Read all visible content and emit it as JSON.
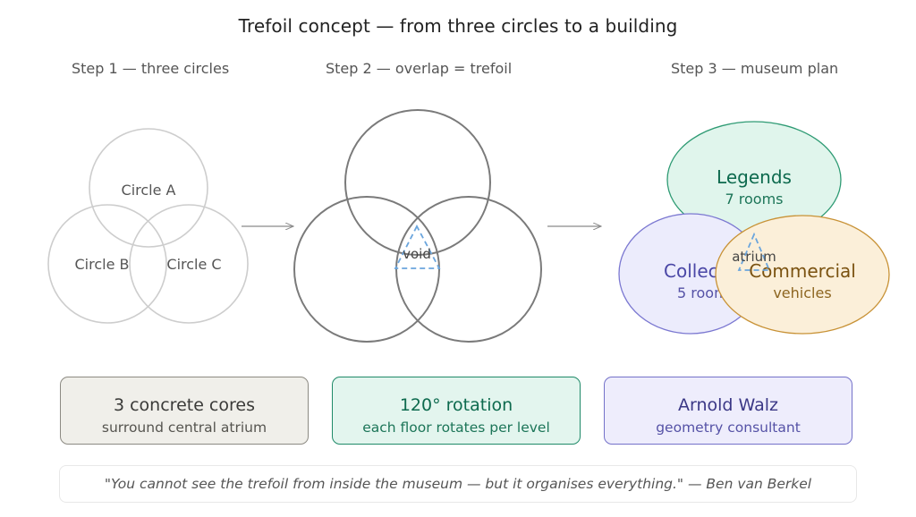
{
  "title": "Trefoil concept — from three circles to a building",
  "steps": {
    "one": "Step 1 — three circles",
    "two": "Step 2 — overlap = trefoil",
    "three": "Step 3 — museum plan"
  },
  "step1": {
    "circle_a": "Circle A",
    "circle_b": "Circle B",
    "circle_c": "Circle C"
  },
  "step2": {
    "void": "void"
  },
  "step3": {
    "legends": {
      "name": "Legends",
      "detail": "7 rooms"
    },
    "collection": {
      "name": "Collection",
      "detail": "5 rooms"
    },
    "commercial": {
      "name": "Commercial",
      "detail": "vehicles"
    },
    "atrium": "atrium"
  },
  "cards": [
    {
      "title": "3 concrete cores",
      "subtitle": "surround central atrium"
    },
    {
      "title": "120° rotation",
      "subtitle": "each floor rotates per level"
    },
    {
      "title": "Arnold Walz",
      "subtitle": "geometry consultant"
    }
  ],
  "quote": {
    "text": "\"You cannot see the trefoil from inside the museum — but it organises everything.\"",
    "author": " — Ben van Berkel"
  },
  "colors": {
    "legends_fill": "#e0f5ec",
    "legends_stroke": "#2f9b74",
    "legends_text": "#0d6a4e",
    "collection_fill": "#ececfc",
    "collection_stroke": "#7b78d1",
    "collection_text": "#4a47a6",
    "commercial_fill": "#fbefd9",
    "commercial_stroke": "#c89236",
    "commercial_text": "#7a5210",
    "void_stroke": "#6aa5dd"
  }
}
